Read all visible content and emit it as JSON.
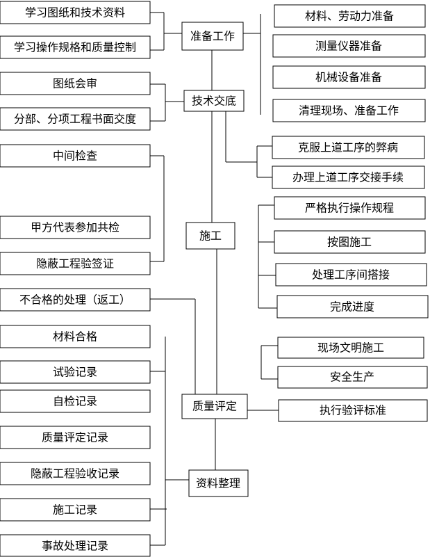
{
  "center": {
    "prep": "准备工作",
    "tech": "技术交底",
    "build": "施工",
    "quality": "质量评定",
    "archive": "资料整理"
  },
  "left": {
    "study_drawings": "学习图纸和技术资料",
    "study_specs": "学习操作规格和质量控制",
    "drawing_review": "图纸会审",
    "written_briefing": "分部、分项工程书面交度",
    "mid_inspection": "中间检查",
    "joint_inspection": "甲方代表参加共检",
    "concealed_signoff": "隐蔽工程验签证",
    "nonconforming": "不合格的处理（返工）",
    "material_ok": "材料合格",
    "test_record": "试验记录",
    "self_check": "自检记录",
    "quality_record": "质量评定记录",
    "concealed_record": "隐蔽工程验收记录",
    "construction_record": "施工记录",
    "accident_record": "事故处理记录"
  },
  "right": {
    "materials_labor": "材料、劳动力准备",
    "survey": "测量仪器准备",
    "machinery": "机械设备准备",
    "site_clear": "清理现场、准备工作",
    "overcome_defects": "克服上道工序的弊病",
    "handover": "办理上道工序交接手续",
    "strict_rules": "严格执行操作规程",
    "per_drawing": "按图施工",
    "joining": "处理工序间搭接",
    "progress": "完成进度",
    "civilized": "现场文明施工",
    "safety": "安全生产",
    "standard": "执行验评标准"
  }
}
